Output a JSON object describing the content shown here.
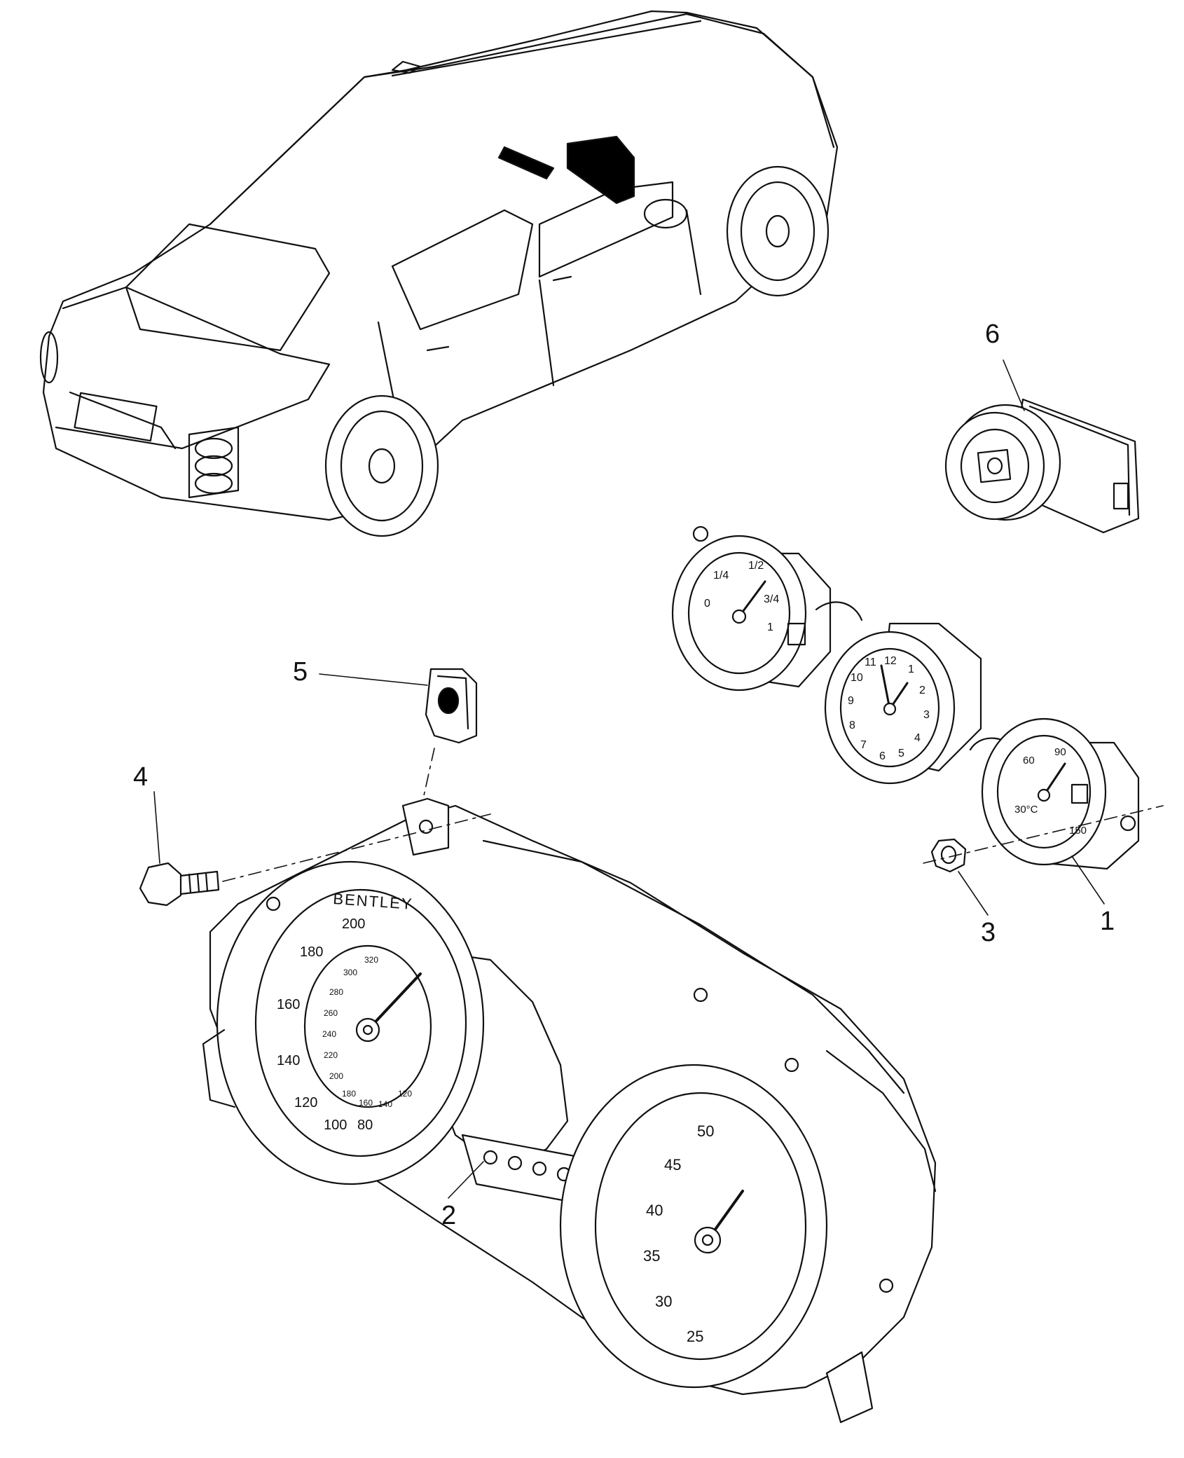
{
  "diagram": {
    "callouts": {
      "c1": "1",
      "c2": "2",
      "c3": "3",
      "c4": "4",
      "c5": "5",
      "c6": "6"
    },
    "brand_label": "BENTLEY",
    "fuel_gauge": {
      "labels": [
        "0",
        "1/4",
        "1/2",
        "3/4",
        "1"
      ]
    },
    "clock": {
      "labels": [
        "12",
        "1",
        "2",
        "3",
        "4",
        "5",
        "6",
        "7",
        "8",
        "9",
        "10",
        "11"
      ]
    },
    "temp_gauge": {
      "labels": [
        "30°C",
        "60",
        "90",
        "150"
      ]
    },
    "speedometer": {
      "outer_labels": [
        "80",
        "100",
        "120",
        "140",
        "160",
        "180",
        "200"
      ],
      "inner_labels": [
        "120",
        "140",
        "160",
        "180",
        "200",
        "220",
        "240",
        "260",
        "280",
        "300",
        "320"
      ]
    },
    "tachometer": {
      "labels": [
        "25",
        "30",
        "35",
        "40",
        "45",
        "50"
      ]
    },
    "colors": {
      "line": "#111111",
      "fill": "#ffffff",
      "solid": "#000000"
    }
  }
}
